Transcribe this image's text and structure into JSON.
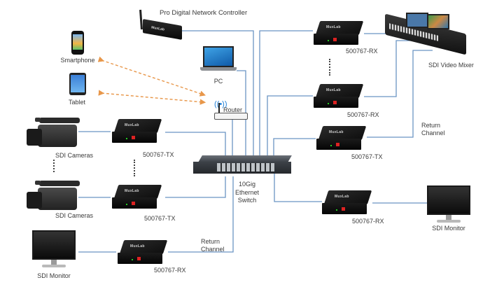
{
  "diagram": {
    "title": "MuxLab 500767 SDI over IP Network Diagram",
    "colors": {
      "connection_line": "#6b95c4",
      "wireless_arrow": "#e8974a",
      "label_text": "#3a3a3a",
      "background": "#ffffff"
    },
    "nodes": {
      "controller": {
        "label": "Pro Digital Network Controller",
        "brand": "MuxLab"
      },
      "smartphone": {
        "label": "Smartphone"
      },
      "tablet": {
        "label": "Tablet"
      },
      "pc": {
        "label": "PC"
      },
      "router": {
        "label": "Router"
      },
      "switch": {
        "label_lines": [
          "10Gig",
          "Ethernet",
          "Switch"
        ]
      },
      "camera_1": {
        "label": "SDI Cameras"
      },
      "camera_2": {
        "label": "SDI Cameras"
      },
      "tx_1": {
        "label": "500767-TX",
        "brand": "MuxLab"
      },
      "tx_2": {
        "label": "500767-TX",
        "brand": "MuxLab"
      },
      "rx_left": {
        "label": "500767-RX",
        "brand": "MuxLab"
      },
      "monitor_left": {
        "label": "SDI Monitor"
      },
      "return_left": {
        "label_lines": [
          "Return",
          "Channel"
        ]
      },
      "rx_top": {
        "label": "500767-RX",
        "brand": "MuxLab"
      },
      "rx_mid": {
        "label": "500767-RX",
        "brand": "MuxLab"
      },
      "tx_right": {
        "label": "500767-TX",
        "brand": "MuxLab"
      },
      "rx_bottom": {
        "label": "500767-RX",
        "brand": "MuxLab"
      },
      "mixer": {
        "label": "SDI Video Mixer"
      },
      "monitor_right": {
        "label": "SDI Monitor"
      },
      "return_right": {
        "label_lines": [
          "Return",
          "Channel"
        ]
      }
    },
    "connections": [
      {
        "from": "controller",
        "to": "switch",
        "type": "wired"
      },
      {
        "from": "pc",
        "to": "switch",
        "type": "wired"
      },
      {
        "from": "router",
        "to": "switch",
        "type": "wired"
      },
      {
        "from": "smartphone",
        "to": "router",
        "type": "wireless"
      },
      {
        "from": "tablet",
        "to": "router",
        "type": "wireless"
      },
      {
        "from": "camera_1",
        "to": "tx_1",
        "type": "sdi"
      },
      {
        "from": "camera_2",
        "to": "tx_2",
        "type": "sdi"
      },
      {
        "from": "tx_1",
        "to": "switch",
        "type": "wired"
      },
      {
        "from": "tx_2",
        "to": "switch",
        "type": "wired"
      },
      {
        "from": "switch",
        "to": "rx_left",
        "type": "wired"
      },
      {
        "from": "rx_left",
        "to": "monitor_left",
        "type": "sdi"
      },
      {
        "from": "switch",
        "to": "rx_top",
        "type": "wired"
      },
      {
        "from": "switch",
        "to": "rx_mid",
        "type": "wired"
      },
      {
        "from": "switch",
        "to": "tx_right",
        "type": "wired"
      },
      {
        "from": "switch",
        "to": "rx_bottom",
        "type": "wired"
      },
      {
        "from": "rx_top",
        "to": "mixer",
        "type": "sdi"
      },
      {
        "from": "rx_mid",
        "to": "mixer",
        "type": "sdi"
      },
      {
        "from": "mixer",
        "to": "tx_right",
        "type": "sdi"
      },
      {
        "from": "rx_bottom",
        "to": "monitor_right",
        "type": "sdi"
      }
    ]
  }
}
